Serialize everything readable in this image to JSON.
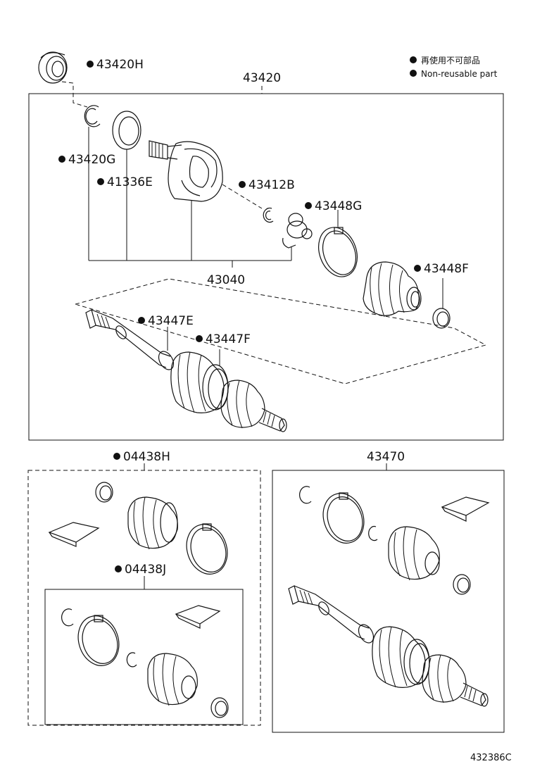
{
  "legend": {
    "line_jp": "再使用不可部品",
    "line_en": "Non-reusable part"
  },
  "main_assembly": {
    "label": "43420",
    "inner_joint_group_label": "43040"
  },
  "callouts": {
    "p43420H": "43420H",
    "p43420G": "43420G",
    "p41336E": "41336E",
    "p43412B": "43412B",
    "p43448G": "43448G",
    "p43448F": "43448F",
    "p43447E": "43447E",
    "p43447F": "43447F"
  },
  "kits": {
    "boot_kit": {
      "label": "04438H",
      "inner_label": "04438J"
    },
    "shaft_kit": {
      "label": "43470"
    }
  },
  "figure_code": "432386C"
}
